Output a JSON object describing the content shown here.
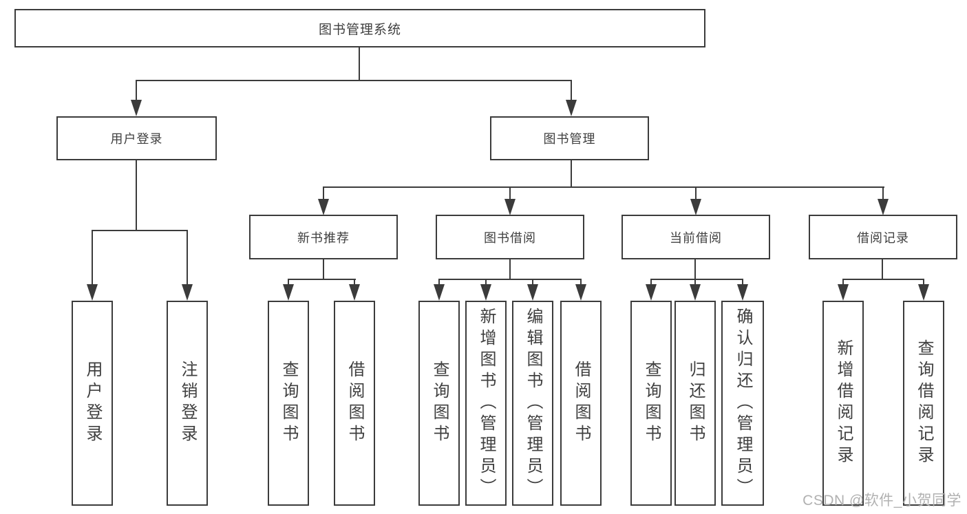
{
  "diagram_type": "hierarchy-tree",
  "colors": {
    "background": "#ffffff",
    "line": "#3b3b3b",
    "text": "#3f3f3f",
    "watermark": "#b1b1b1"
  },
  "watermark": {
    "text": "CSDN @软件_小贺同学"
  },
  "tree": {
    "label": "图书管理系统",
    "children": [
      {
        "label": "用户登录",
        "children": [
          {
            "label": "用户登录"
          },
          {
            "label": "注销登录"
          }
        ]
      },
      {
        "label": "图书管理",
        "children": [
          {
            "label": "新书推荐",
            "children": [
              {
                "label": "查询图书"
              },
              {
                "label": "借阅图书"
              }
            ]
          },
          {
            "label": "图书借阅",
            "children": [
              {
                "label": "查询图书"
              },
              {
                "label": "新增图书（管理员）"
              },
              {
                "label": "编辑图书（管理员）"
              },
              {
                "label": "借阅图书"
              }
            ]
          },
          {
            "label": "当前借阅",
            "children": [
              {
                "label": "查询图书"
              },
              {
                "label": "归还图书"
              },
              {
                "label": "确认归还（管理员）"
              }
            ]
          },
          {
            "label": "借阅记录",
            "children": [
              {
                "label": "新增借阅记录"
              },
              {
                "label": "查询借阅记录"
              }
            ]
          }
        ]
      }
    ]
  }
}
